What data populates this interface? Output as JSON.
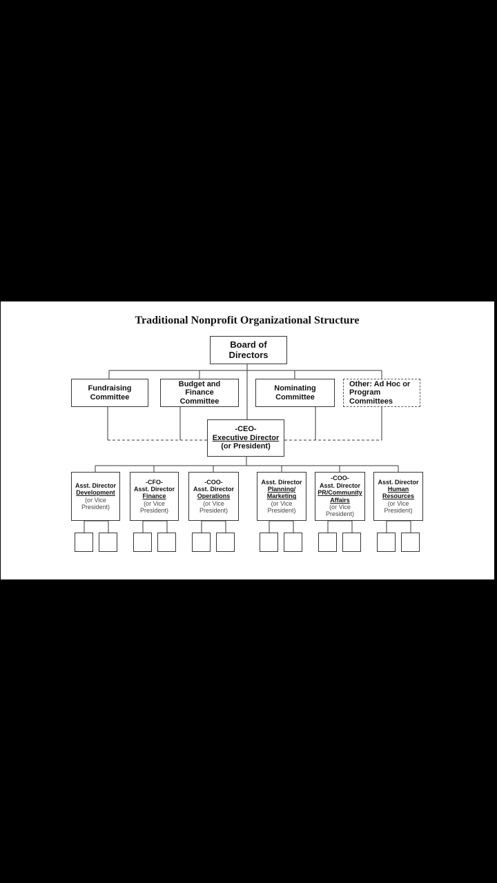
{
  "title": "Traditional Nonprofit Organizational Structure",
  "board": {
    "line1": "Board of",
    "line2": "Directors"
  },
  "committees": [
    {
      "lines": [
        "Fundraising",
        "Committee"
      ]
    },
    {
      "lines": [
        "Budget and",
        "Finance",
        "Committee"
      ]
    },
    {
      "lines": [
        "Nominating",
        "Committee"
      ]
    },
    {
      "lines": [
        "Other: Ad Hoc or",
        "Program",
        "Committees"
      ]
    }
  ],
  "ceo": {
    "line1": "-CEO-",
    "line2": "Executive Director",
    "line3": "(or President)"
  },
  "directors": [
    {
      "pre": "",
      "title": "Asst. Director",
      "dept": "Development",
      "note1": "(or Vice",
      "note2": "President)"
    },
    {
      "pre": "-CFO-",
      "title": "Asst. Director",
      "dept": "Finance",
      "note1": "(or Vice",
      "note2": "President)"
    },
    {
      "pre": "-COO-",
      "title": "Asst. Director",
      "dept": "Operations",
      "note1": "(or Vice",
      "note2": "President)"
    },
    {
      "pre": "",
      "title": "Asst. Director",
      "dept": "Planning/ Marketing",
      "note1": "(or Vice",
      "note2": "President)"
    },
    {
      "pre": "-COO-",
      "title": "Asst. Director",
      "dept": "PR/Community Affairs",
      "note1": "(or Vice",
      "note2": "President)"
    },
    {
      "pre": "",
      "title": "Asst. Director",
      "dept": "Human Resources",
      "note1": "(or Vice",
      "note2": "President)"
    }
  ]
}
